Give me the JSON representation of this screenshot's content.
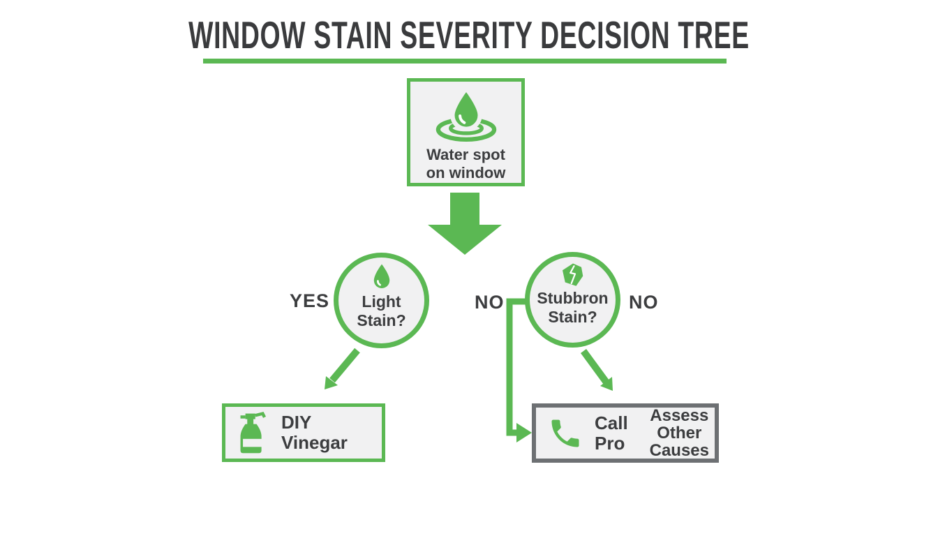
{
  "title": {
    "text": "WINDOW STAIN SEVERITY DECISION TREE"
  },
  "palette": {
    "green": "#5bb853",
    "dark_text": "#3c3d3f",
    "node_fill": "#f1f1f2",
    "gray_border": "#6d7073"
  },
  "root_node": {
    "line1": "Water spot",
    "line2": "on window",
    "icon": "water-drop-ripple-icon"
  },
  "decisions": {
    "light": {
      "line1": "Light",
      "line2": "Stain?",
      "icon": "droplet-icon"
    },
    "stubborn": {
      "line1": "Stubbron",
      "line2": "Stain?",
      "icon": "stone-icon"
    }
  },
  "outcomes": {
    "diy": {
      "line1": "DIY",
      "line2": "Vinegar",
      "icon": "spray-bottle-icon"
    },
    "call_pro": {
      "line1": "Call",
      "line2": "Pro",
      "icon": "phone-icon"
    },
    "assess": {
      "line1": "Assess",
      "line2": "Other",
      "line3": "Causes"
    }
  },
  "branch_labels": {
    "yes": "YES",
    "no_left": "NO",
    "no_right": "NO"
  }
}
